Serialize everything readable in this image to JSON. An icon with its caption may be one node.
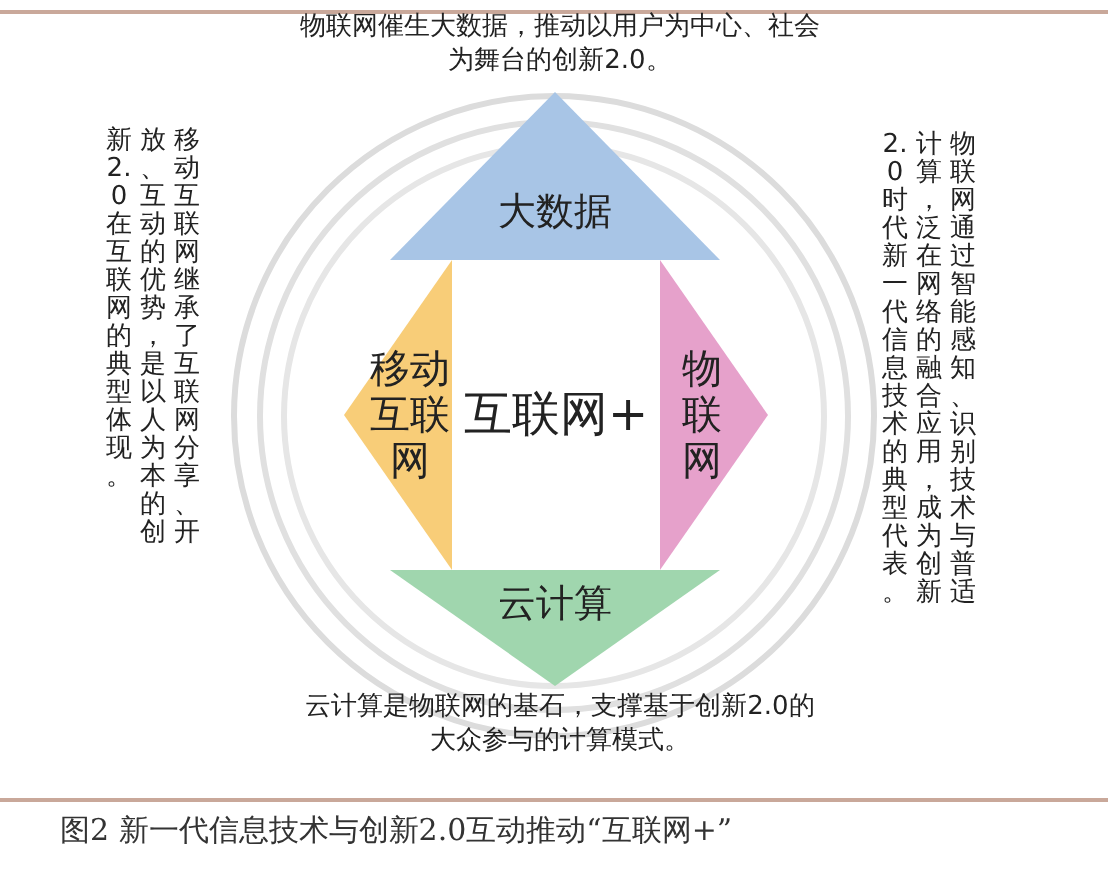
{
  "diagram": {
    "caption": "图2 新一代信息技术与创新2.0互动推动“互联网+”",
    "nodes": [
      {
        "text": [
          "大数据"
        ],
        "beside": [
          "物联网催生大数据，推动以用户为中心、社会为舞台的创新2.0。"
        ]
      },
      {
        "text": [
          "移动互联网"
        ]
      },
      {
        "text": [
          "互联网+"
        ]
      },
      {
        "text": [
          "物联网"
        ]
      },
      {
        "text": [
          "云计算"
        ],
        "beside": [
          "云计算是物联网的基石，支撑基于创新2.0的大众参与的计算模式。"
        ]
      }
    ],
    "edges": [],
    "labels": [
      "移动互联网继承了互联网分享、开放、互动的优势，是以人为本的创新2.0在互联网的典型体现。",
      "物联网通过智能感知、识别技术与普适计算，泛在网络的融合应用，成为创新2.0时代新一代信息技术的典型代表。"
    ]
  }
}
